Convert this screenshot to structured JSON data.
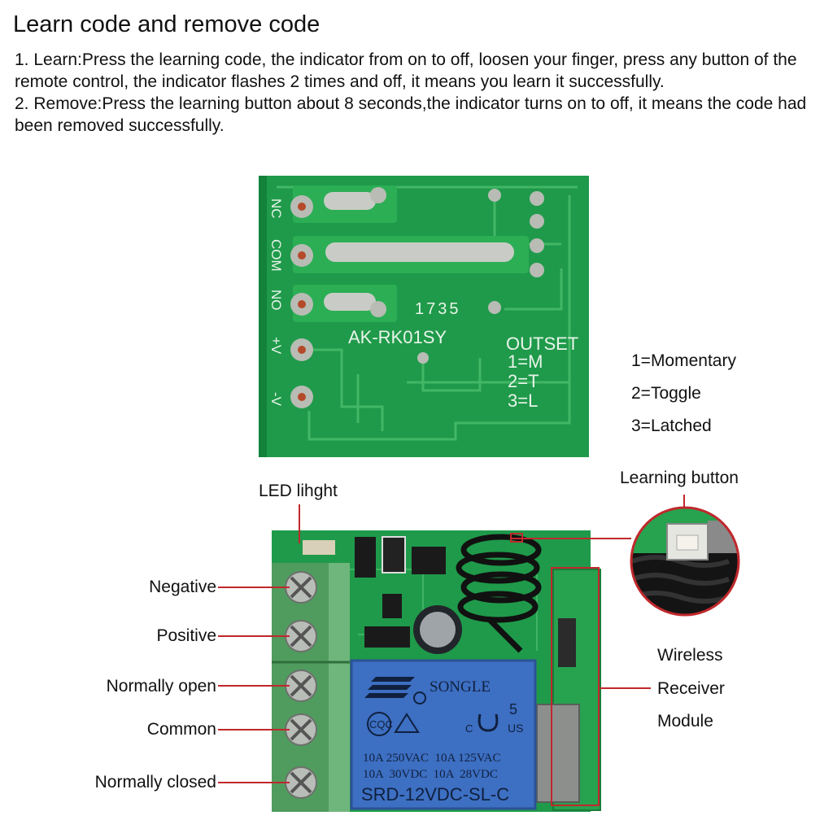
{
  "title": "Learn code and remove code",
  "instructions": [
    "1. Learn:Press the learning code, the indicator from on to off, loosen your finger, press any button of the remote control, the indicator flashes 2 times and off, it means you learn it successfully.",
    "2. Remove:Press the learning button about 8 seconds,the indicator turns on to off, it means the code had been removed successfully."
  ],
  "top_board": {
    "pin_labels": [
      "NC",
      "COM",
      "NO",
      "+V",
      "-V"
    ],
    "model": "AK-RK01SY",
    "date_code": "1735",
    "outset": [
      "OUTSET",
      "1=M",
      "2=T",
      "3=L"
    ]
  },
  "modes": [
    "1=Momentary",
    "2=Toggle",
    "3=Latched"
  ],
  "bottom_labels": {
    "led": "LED lihght",
    "learning_button": "Learning button",
    "wireless": "Wireless",
    "receiver": "Receiver",
    "module": "Module",
    "terminals": [
      "Negative",
      "Positive",
      "Normally open",
      "Common",
      "Normally closed"
    ]
  },
  "relay": {
    "brand": "SONGLE",
    "rating_1": "10A 250VAC  10A 125VAC",
    "rating_2": "10A  30VDC  10A  28VDC",
    "model": "SRD-12VDC-SL-C",
    "num": "5",
    "us": "US",
    "cqc": "CQC",
    "c": "C"
  },
  "colors": {
    "pcb_green": "#1f9a4a",
    "pcb_dark": "#137a37",
    "terminal_green": "#4f9c5e",
    "relay_blue": "#3d6fc2",
    "callout_red": "#c0282c",
    "silk_white": "#e8f4ea"
  }
}
